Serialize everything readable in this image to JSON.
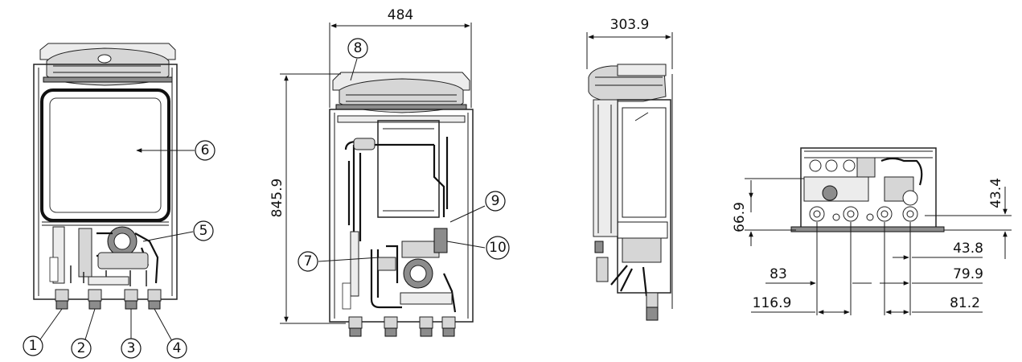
{
  "dimensions": {
    "width": "484",
    "height": "845.9",
    "depth": "303.9",
    "bottom_height": "66.9",
    "bottom_offset": "43.4",
    "pitch_1": "43.8",
    "pitch_2": "79.9",
    "pitch_3": "81.2",
    "offset_1": "83",
    "offset_2": "116.9"
  },
  "callouts": [
    "1",
    "2",
    "3",
    "4",
    "5",
    "6",
    "7",
    "8",
    "9",
    "10"
  ]
}
